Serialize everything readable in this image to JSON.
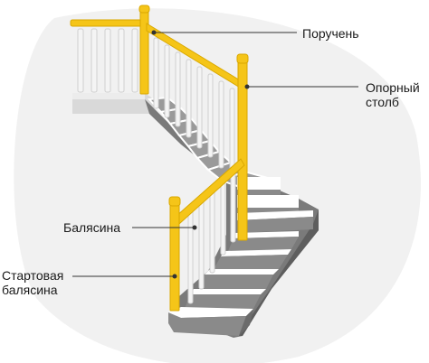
{
  "labels": {
    "handrail": "Поручень",
    "newel_post": "Опорный\nстолб",
    "baluster": "Балясина",
    "starting_baluster": "Стартовая\nбалясина"
  },
  "colors": {
    "rail_yellow": "#f5c518",
    "stair_tread": "#ffffff",
    "stair_riser": "#8e8e8e",
    "stair_side": "#6b6b6b",
    "baluster_white": "#f4f4f4",
    "leader_line": "#333333",
    "background_blob": "#f1f1f1"
  }
}
